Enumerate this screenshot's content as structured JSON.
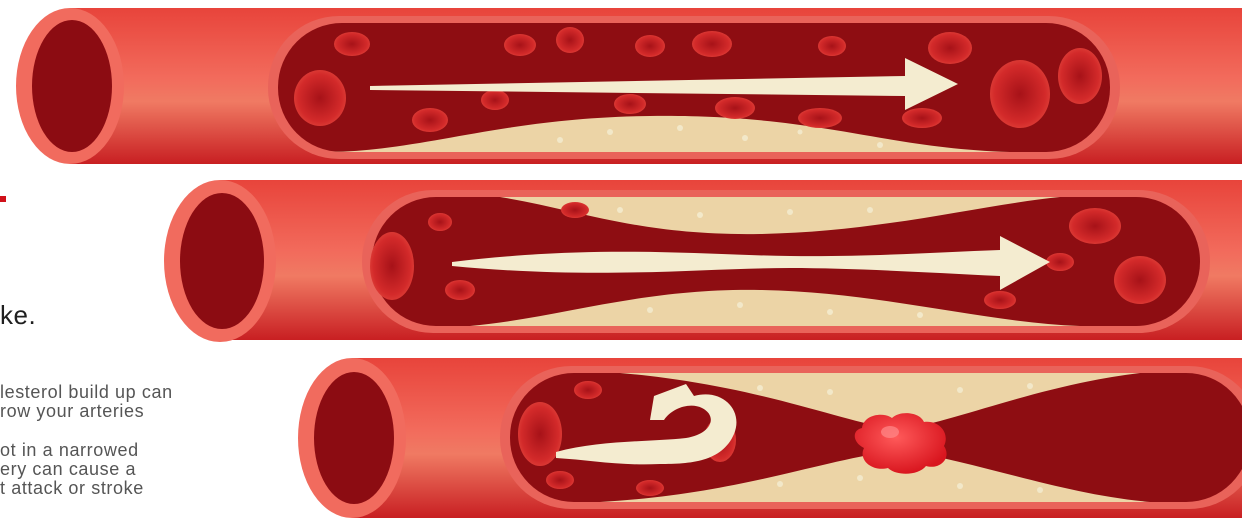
{
  "left_text": {
    "partial_word": "ke.",
    "note_1": [
      "lesterol build up can",
      "row your arteries"
    ],
    "note_2": [
      "ot in a narrowed",
      "ery can cause a",
      "t attack or stroke"
    ]
  },
  "colors": {
    "artery_outer": "#d42a2b",
    "artery_highlight": "#f2685d",
    "lumen_dark": "#8e0d12",
    "plaque": "#ecd4a6",
    "arrow": "#f4ecd0",
    "blood_cell": "#c81e23",
    "text_red_mark": "#d0111a"
  },
  "panels": [
    {
      "id": "healthy",
      "arrow": "straight-right"
    },
    {
      "id": "narrowed",
      "arrow": "tapered-right"
    },
    {
      "id": "clot",
      "arrow": "u-turn"
    }
  ]
}
